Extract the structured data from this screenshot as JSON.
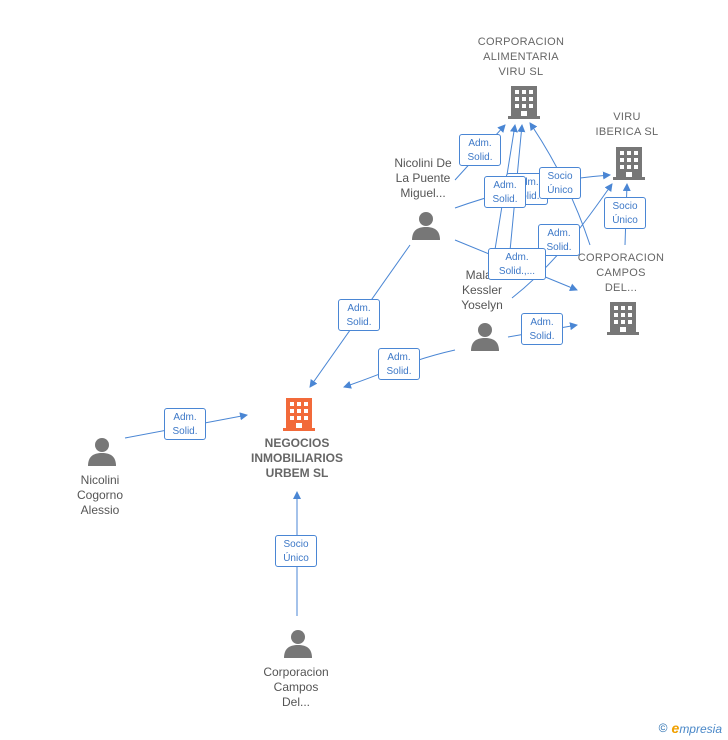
{
  "colors": {
    "edge": "#4a86d4",
    "node_icon": "#777777",
    "focus_icon": "#f26a3a"
  },
  "nodes": {
    "corp_alimentaria": {
      "label": "CORPORACION\nALIMENTARIA\nVIRU  SL",
      "kind": "company"
    },
    "viru_iberica": {
      "label": "VIRU\nIBERICA  SL",
      "kind": "company"
    },
    "corp_campos_top": {
      "label": "CORPORACION\nCAMPOS\nDEL...",
      "kind": "company"
    },
    "negocios": {
      "label": "NEGOCIOS\nINMOBILIARIOS\nURBEM  SL",
      "kind": "company-focus"
    },
    "nicolini_puente": {
      "label": "Nicolini De\nLa Puente\nMiguel...",
      "kind": "person"
    },
    "malan_kessler": {
      "label": "Malan\nKessler\nYoselyn",
      "kind": "person"
    },
    "nicolini_cogorno": {
      "label": "Nicolini\nCogorno\nAlessio",
      "kind": "person"
    },
    "corp_campos_bottom": {
      "label": "Corporacion\nCampos\nDel...",
      "kind": "person"
    }
  },
  "edge_labels": [
    "Adm.\nSolid.",
    "Adm.\nSolid.",
    "Adm.\nSolid.",
    "Socio\nÚnico",
    "Socio\nÚnico",
    "Adm.\nSolid.",
    "Adm.\nSolid.,...",
    "Adm.\nSolid.",
    "Adm.\nSolid.",
    "Adm.\nSolid.",
    "Adm.\nSolid.",
    "Socio\nÚnico"
  ],
  "brand": {
    "copyright": "©",
    "e_letter": "e",
    "rest": "mpresia"
  }
}
